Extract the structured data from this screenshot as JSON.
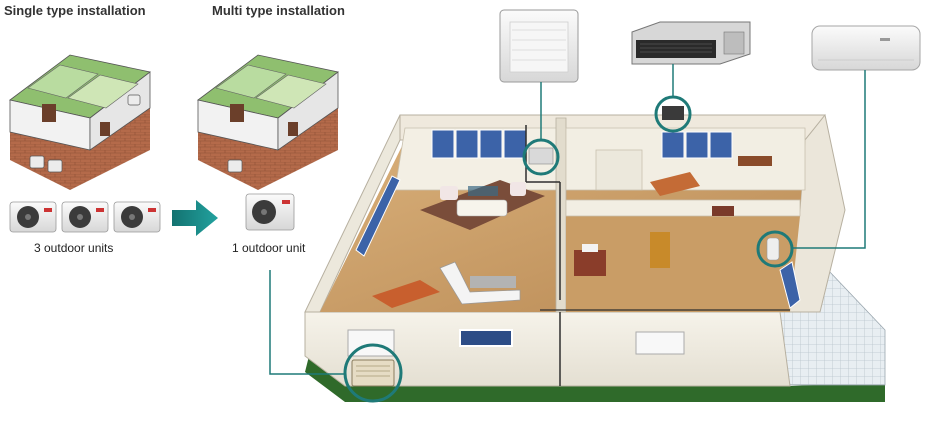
{
  "headings": {
    "single": "Single type installation",
    "multi": "Multi type installation"
  },
  "captions": {
    "single_units": "3 outdoor units",
    "multi_units": "1 outdoor unit"
  },
  "indoor_unit_types": [
    "floor-console-unit-icon",
    "ducted-unit-icon",
    "wall-mounted-unit-icon"
  ],
  "colors": {
    "connector_line": "#1f7a78",
    "arrow": "#1a8c8a",
    "grass": "#2f6a2a",
    "wall": "#f1ede2",
    "floor": "#c89a63",
    "brick": "#b46a4a"
  }
}
